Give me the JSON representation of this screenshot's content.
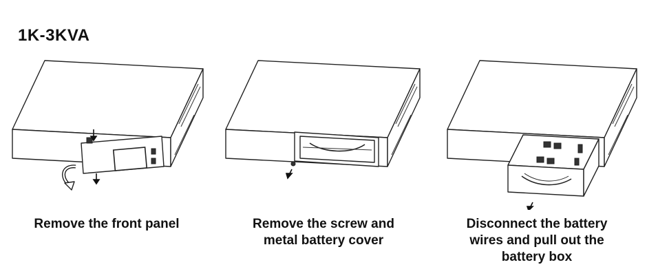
{
  "title": "1K-3KVA",
  "steps": [
    {
      "caption": "Remove the front panel"
    },
    {
      "caption": "Remove the screw and\nmetal battery cover"
    },
    {
      "caption": "Disconnect the battery\nwires and pull out the\nbattery box"
    }
  ]
}
